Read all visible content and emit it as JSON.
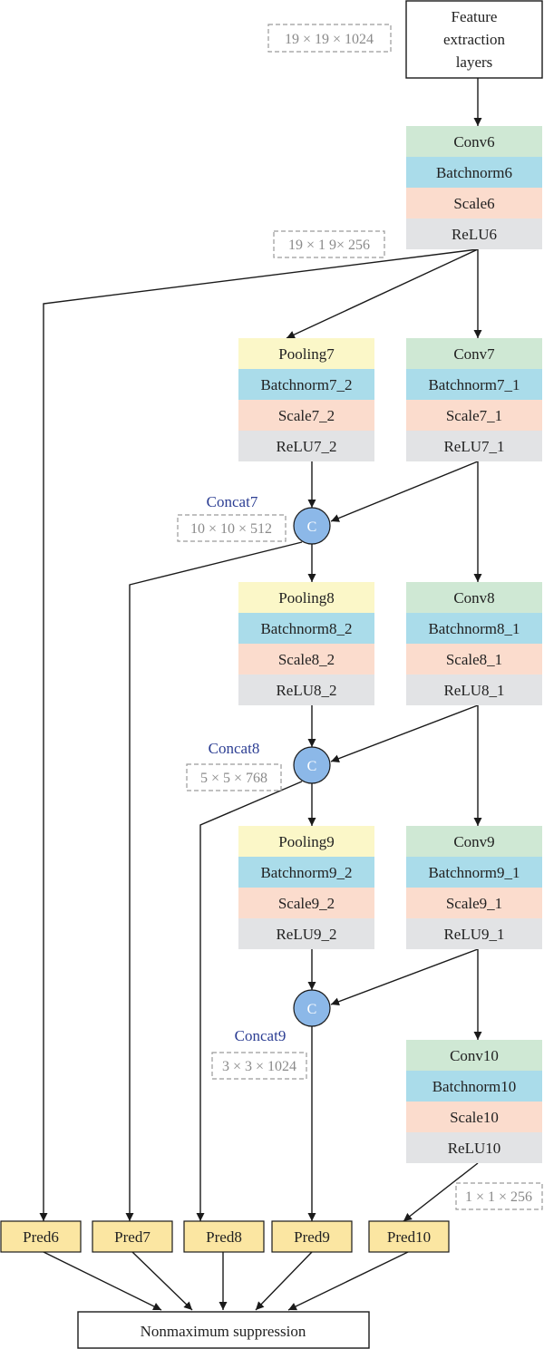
{
  "colors": {
    "conv": "#cfe8d4",
    "pool": "#fbf7c8",
    "batchnorm": "#aadcea",
    "scale": "#fbdccd",
    "relu": "#e2e3e5",
    "pred": "#fbe6a2",
    "concat": "#8cb8e8",
    "line": "#1a1a1a"
  },
  "feature": {
    "lines": [
      "Feature",
      "extraction",
      "layers"
    ]
  },
  "dims": {
    "d1": "19 × 19 × 1024",
    "d2": "19 × 1 9× 256",
    "d3": "10 × 10 × 512",
    "d4": "5 × 5 × 768",
    "d5": "3 × 3 × 1024",
    "d6": "1 × 1 × 256"
  },
  "stacks": {
    "s6": [
      "Conv6",
      "Batchnorm6",
      "Scale6",
      "ReLU6"
    ],
    "p7": [
      "Pooling7",
      "Batchnorm7_2",
      "Scale7_2",
      "ReLU7_2"
    ],
    "c7": [
      "Conv7",
      "Batchnorm7_1",
      "Scale7_1",
      "ReLU7_1"
    ],
    "p8": [
      "Pooling8",
      "Batchnorm8_2",
      "Scale8_2",
      "ReLU8_2"
    ],
    "c8": [
      "Conv8",
      "Batchnorm8_1",
      "Scale8_1",
      "ReLU8_1"
    ],
    "p9": [
      "Pooling9",
      "Batchnorm9_2",
      "Scale9_2",
      "ReLU9_2"
    ],
    "c9": [
      "Conv9",
      "Batchnorm9_1",
      "Scale9_1",
      "ReLU9_1"
    ],
    "c10": [
      "Conv10",
      "Batchnorm10",
      "Scale10",
      "ReLU10"
    ]
  },
  "concat": {
    "symbol": "C",
    "labels": [
      "Concat7",
      "Concat8",
      "Concat9"
    ]
  },
  "preds": [
    "Pred6",
    "Pred7",
    "Pred8",
    "Pred9",
    "Pred10"
  ],
  "nms": "Nonmaximum suppression"
}
